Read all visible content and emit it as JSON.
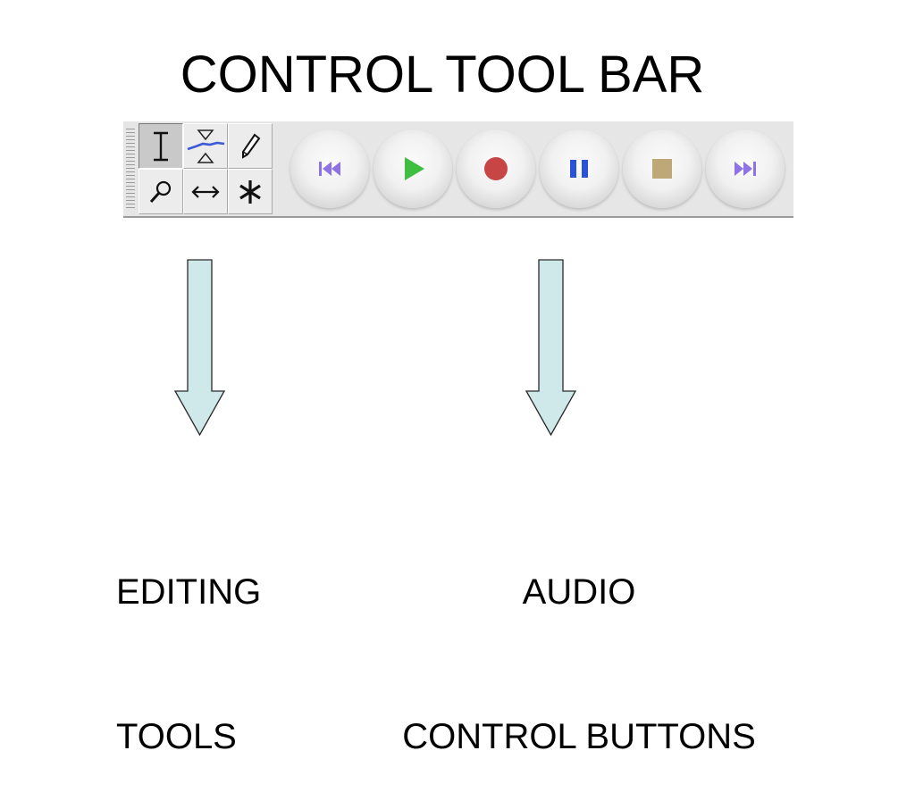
{
  "title": "CONTROL TOOL BAR",
  "toolbar": {
    "editing_tools": [
      {
        "name": "selection-tool",
        "icon": "i-beam-icon",
        "selected": true
      },
      {
        "name": "envelope-tool",
        "icon": "envelope-icon",
        "selected": false
      },
      {
        "name": "draw-tool",
        "icon": "pencil-icon",
        "selected": false
      },
      {
        "name": "zoom-tool",
        "icon": "magnifier-icon",
        "selected": false
      },
      {
        "name": "time-shift-tool",
        "icon": "double-arrow-icon",
        "selected": false
      },
      {
        "name": "multi-tool",
        "icon": "asterisk-icon",
        "selected": false
      }
    ],
    "audio_controls": [
      {
        "name": "skip-to-start",
        "icon": "skip-start-icon",
        "color": "#8f72e6"
      },
      {
        "name": "play",
        "icon": "play-icon",
        "color": "#3fbf3f"
      },
      {
        "name": "record",
        "icon": "record-icon",
        "color": "#c84545"
      },
      {
        "name": "pause",
        "icon": "pause-icon",
        "color": "#2a52d8"
      },
      {
        "name": "stop",
        "icon": "stop-icon",
        "color": "#bfa877"
      },
      {
        "name": "skip-to-end",
        "icon": "skip-end-icon",
        "color": "#8f72e6"
      }
    ]
  },
  "arrow_color": "#cfe9ea",
  "labels": {
    "editing_line1": "EDITING",
    "editing_line2": "TOOLS",
    "audio_line1": "AUDIO",
    "audio_line2": "CONTROL BUTTONS"
  }
}
